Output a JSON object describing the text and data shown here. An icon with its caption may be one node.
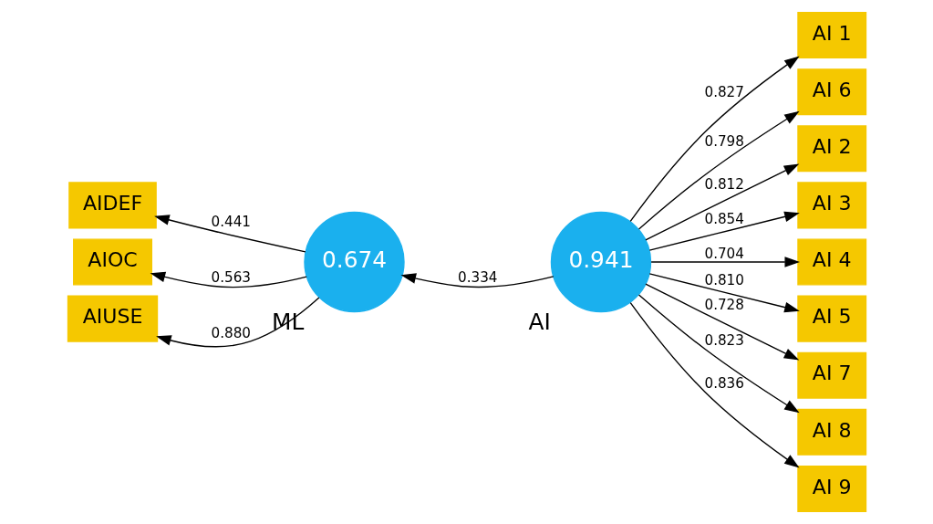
{
  "diagram": {
    "nodes": [
      {
        "text": [
          "AIDEF"
        ]
      },
      {
        "text": [
          "AIOC"
        ]
      },
      {
        "text": [
          "AIUSE"
        ]
      },
      {
        "text": [
          "0.674"
        ],
        "beside": [
          "ML"
        ]
      },
      {
        "text": [
          "0.941"
        ],
        "beside": [
          "AI"
        ]
      },
      {
        "text": [
          "AI 1"
        ]
      },
      {
        "text": [
          "AI 6"
        ]
      },
      {
        "text": [
          "AI 2"
        ]
      },
      {
        "text": [
          "AI 3"
        ]
      },
      {
        "text": [
          "AI 4"
        ]
      },
      {
        "text": [
          "AI 5"
        ]
      },
      {
        "text": [
          "AI 7"
        ]
      },
      {
        "text": [
          "AI 8"
        ]
      },
      {
        "text": [
          "AI 9"
        ]
      }
    ],
    "edges": [
      {
        "from": 3,
        "to": 0,
        "arrow": "to",
        "label": "0.441"
      },
      {
        "from": 3,
        "to": 1,
        "arrow": "to",
        "label": "0.563"
      },
      {
        "from": 3,
        "to": 2,
        "arrow": "to",
        "label": "0.880"
      },
      {
        "from": 4,
        "to": 3,
        "arrow": "to",
        "label": "0.334"
      },
      {
        "from": 4,
        "to": 5,
        "arrow": "to",
        "label": "0.827"
      },
      {
        "from": 4,
        "to": 6,
        "arrow": "to",
        "label": "0.798"
      },
      {
        "from": 4,
        "to": 7,
        "arrow": "to",
        "label": "0.812"
      },
      {
        "from": 4,
        "to": 8,
        "arrow": "to",
        "label": "0.854"
      },
      {
        "from": 4,
        "to": 9,
        "arrow": "to",
        "label": "0.704"
      },
      {
        "from": 4,
        "to": 10,
        "arrow": "to",
        "label": "0.810"
      },
      {
        "from": 4,
        "to": 11,
        "arrow": "to",
        "label": "0.728"
      },
      {
        "from": 4,
        "to": 12,
        "arrow": "to",
        "label": "0.823"
      },
      {
        "from": 4,
        "to": 13,
        "arrow": "to",
        "label": "0.836"
      }
    ]
  }
}
